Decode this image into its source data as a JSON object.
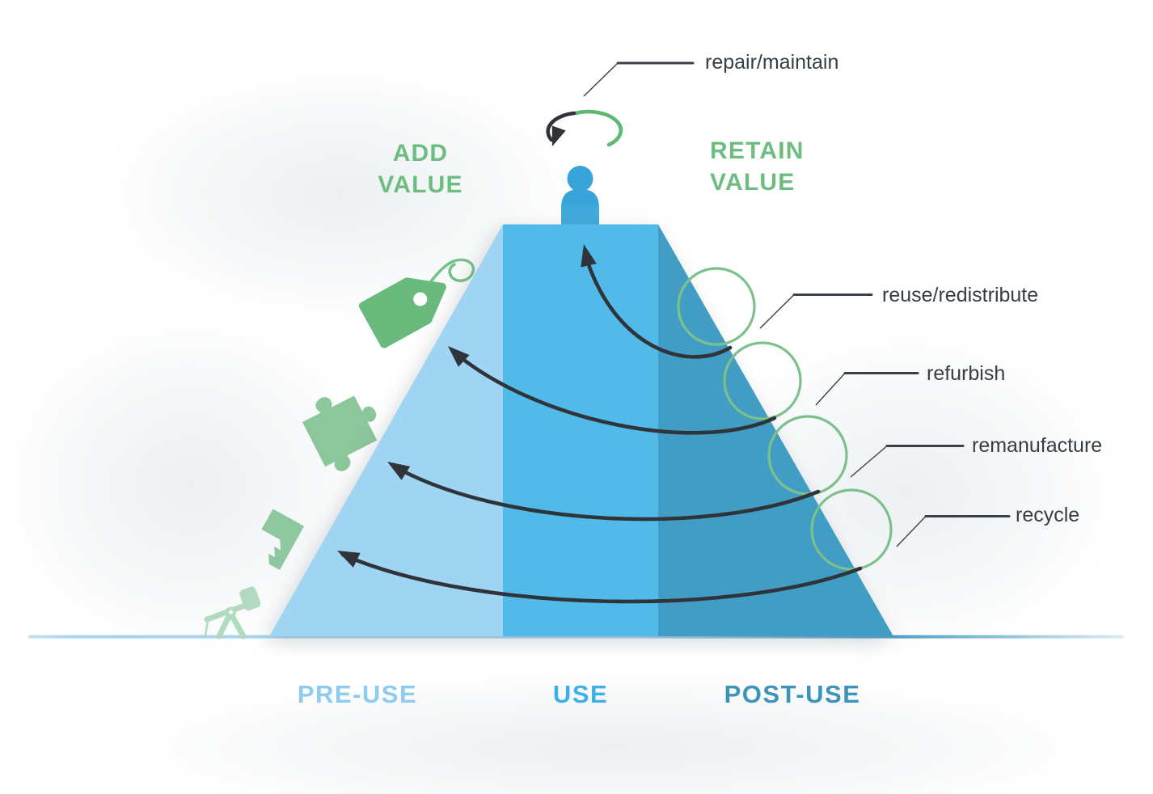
{
  "headers": {
    "add_value": {
      "line1": "ADD",
      "line2": "VALUE"
    },
    "retain_value": {
      "line1": "RETAIN",
      "line2": "VALUE"
    }
  },
  "loops": {
    "repair": "repair/maintain",
    "reuse": "reuse/redistribute",
    "refurbish": "refurbish",
    "remanufacture": "remanufacture",
    "recycle": "recycle"
  },
  "phases": {
    "pre": "PRE-USE",
    "use": "USE",
    "post": "POST-USE"
  },
  "icons": {
    "left_slope": [
      "price-tag",
      "puzzle-piece",
      "factory",
      "oil-pump"
    ],
    "top": [
      "person",
      "repair-loop-arrow"
    ]
  },
  "colors": {
    "band_pre": "#9FD4F2",
    "band_use": "#52BAE9",
    "band_post": "#429DC4",
    "person_blue": "#38A5DA",
    "person_pedestal": "#41AADD",
    "green_text": "#6EBD80",
    "loop_circle_green": "#7CC08C",
    "loop_green": "#5CB873",
    "arrow_black": "#2E343A",
    "leader_line": "#3A4148",
    "label_text": "#363D44",
    "phase_pre_text": "#8FCBEF",
    "phase_use_text": "#3FB0E7",
    "phase_post_text": "#3D93BA",
    "icon_green_dark": "#69BA7C",
    "icon_green_mid": "#8FC79E",
    "icon_green_light": "#B2DABE"
  }
}
